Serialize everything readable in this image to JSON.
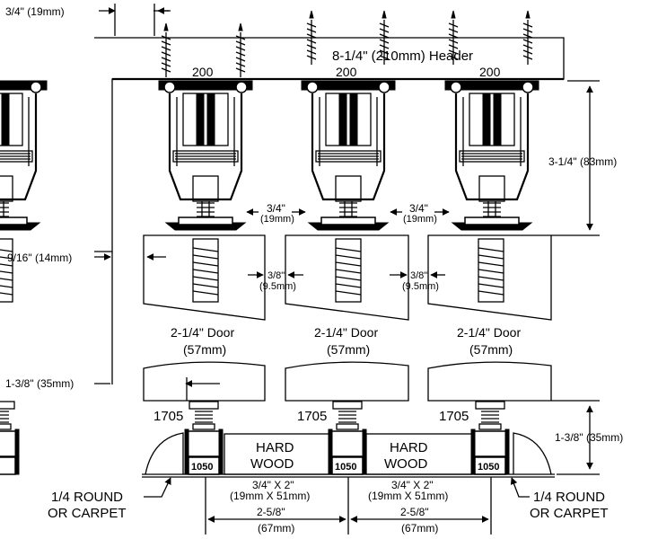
{
  "header": {
    "label": "8-1/4\" (210mm) Header",
    "track_label": "200"
  },
  "dimensions": {
    "top_left": "3/4\" (19mm)",
    "right_height": "3-1/4\" (83mm)",
    "side_gap": "9/16\" (14mm)",
    "lower_left": "1-3/8\" (35mm)",
    "lower_right": "1-3/8\" (35mm)",
    "gap_a_top": "3/4\"",
    "gap_a_bottom": "(19mm)",
    "gap_b_top": "3/8\"",
    "gap_b_bottom": "(9.5mm)"
  },
  "door": {
    "label_top": "2-1/4\" Door",
    "label_bottom": "(57mm)"
  },
  "guides": {
    "pivot_label": "1705",
    "floor_label": "1050"
  },
  "floor": {
    "material_top": "HARD",
    "material_bottom": "WOOD",
    "spacer_top": "3/4\" X 2\"",
    "spacer_bottom": "(19mm X 51mm)",
    "spacing_top": "2-5/8\"",
    "spacing_bottom": "(67mm)",
    "trim_top": "1/4 ROUND",
    "trim_bottom": "OR CARPET"
  },
  "icons": [
    "screw-icon",
    "hanger-icon",
    "arrow-icon"
  ]
}
